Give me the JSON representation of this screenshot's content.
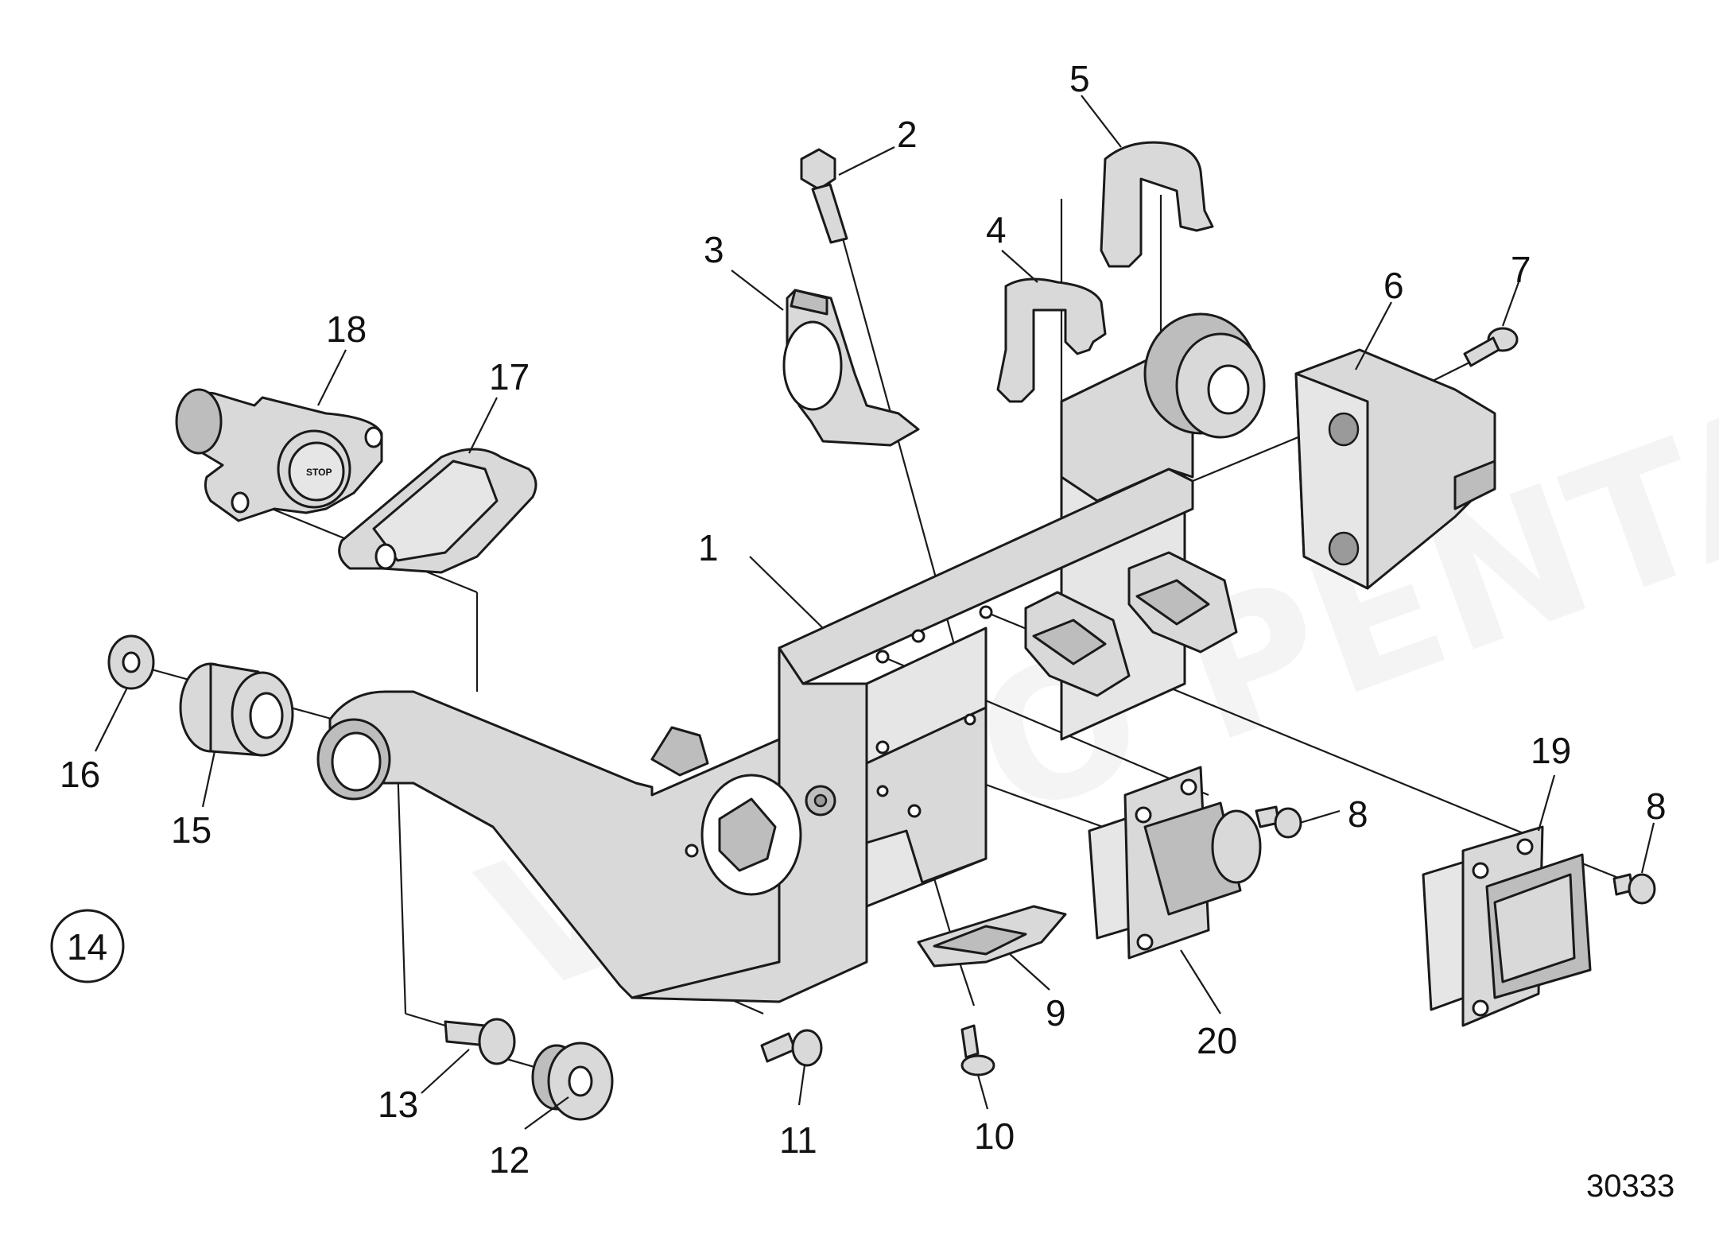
{
  "callouts": [
    "1",
    "2",
    "3",
    "4",
    "5",
    "6",
    "7",
    "8",
    "8",
    "9",
    "10",
    "11",
    "12",
    "13",
    "14",
    "15",
    "16",
    "17",
    "18",
    "19",
    "20"
  ],
  "stop_label": "STOP",
  "figure_number": "30333",
  "watermark": "VOLVO PENTA"
}
